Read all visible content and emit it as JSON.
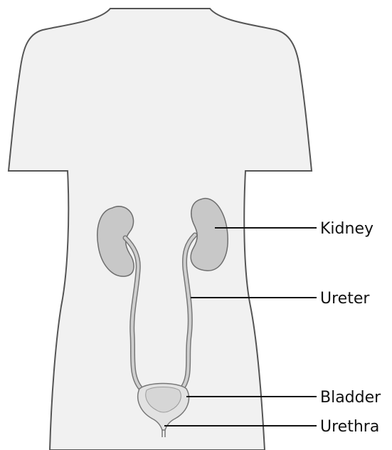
{
  "labels": {
    "kidney": "Kidney",
    "ureter": "Ureter",
    "bladder": "Bladder",
    "urethra": "Urethra"
  },
  "colors": {
    "body_fill": "#f1f1f1",
    "organ_fill": "#c8c8c8",
    "outline": "#555555",
    "text": "#111111"
  }
}
